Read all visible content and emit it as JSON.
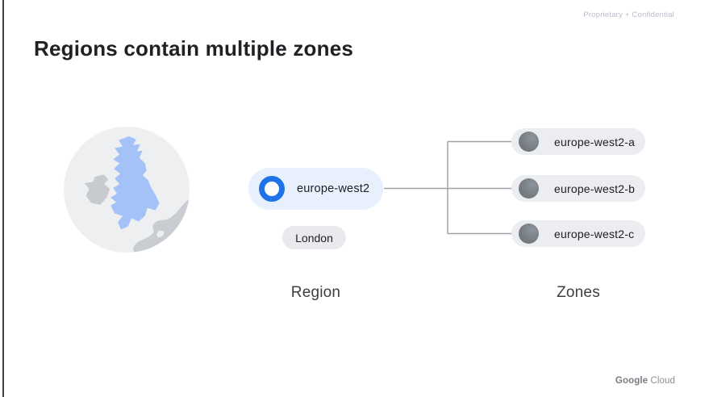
{
  "slide": {
    "classification_label": "Proprietary + Confidential",
    "title": "Regions contain multiple zones",
    "brand": {
      "google": "Google",
      "cloud": "Cloud"
    }
  },
  "region": {
    "name": "europe-west2",
    "city": "London",
    "caption": "Region"
  },
  "zones": {
    "caption": "Zones",
    "items": [
      "europe-west2-a",
      "europe-west2-b",
      "europe-west2-c"
    ]
  },
  "colors": {
    "edge_line": "#3e4043",
    "title_text": "#202124",
    "classification_text": "#b9bdc9",
    "region_pill_bg": "#e8f0fe",
    "region_ring": "#1f72e8",
    "city_pill_bg": "#e8eaee",
    "zone_pill_bg": "#ebedf0",
    "zone_dot": "#6f767e",
    "pill_text": "#202124",
    "caption_text": "#3c4043",
    "connector": "#9aa0a6",
    "globe_bg": "#edeff1",
    "map_britain": "#a4c2f7",
    "map_ireland": "#c7cbd0",
    "map_continent": "#c9ccd1",
    "brand_google": "#777c82",
    "brand_cloud": "#8b9096"
  }
}
